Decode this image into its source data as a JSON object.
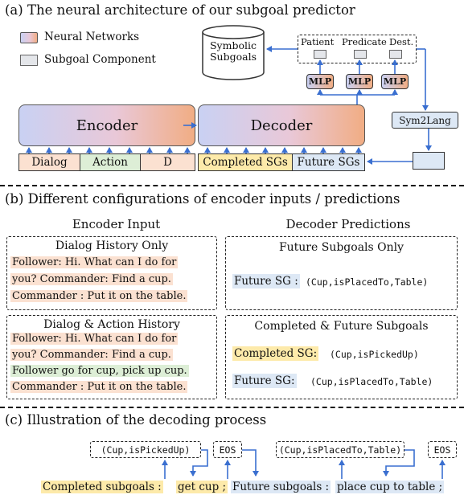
{
  "section_a": {
    "title": "(a) The neural architecture of our subgoal predictor",
    "legend": {
      "neural": "Neural Networks",
      "subgoal": "Subgoal Component"
    },
    "symbolic_subgoals": [
      "Symbolic",
      "Subgoals"
    ],
    "slots": [
      "Patient",
      "Predicate",
      "Dest."
    ],
    "mlp_label": "MLP",
    "encoder": "Encoder",
    "decoder": "Decoder",
    "sym2lang": "Sym2Lang",
    "encoder_inputs": [
      "Dialog",
      "Action",
      "D"
    ],
    "decoder_inputs": [
      "Completed SGs",
      "Future SGs"
    ]
  },
  "section_b": {
    "title": "(b) Different configurations of encoder inputs / predictions",
    "encoder_header": "Encoder Input",
    "decoder_header": "Decoder Predictions",
    "enc_box1": {
      "title": "Dialog History Only",
      "lines": [
        "Follower: Hi. What can I do for",
        "you? Commander: Find a cup.",
        "Commander : Put it on the table."
      ]
    },
    "enc_box2": {
      "title": "Dialog & Action History",
      "lines": [
        "Follower: Hi. What can I do for",
        "you? Commander: Find a cup.",
        "Follower go for cup, pick up cup.",
        "Commander : Put it on the table."
      ]
    },
    "dec_box1": {
      "title": "Future Subgoals Only",
      "label": "Future SG :",
      "value": "(Cup,isPlacedTo,Table)"
    },
    "dec_box2": {
      "title": "Completed & Future Subgoals",
      "completed_label": "Completed SG:",
      "completed_value": "(Cup,isPickedUp)",
      "future_label": "Future SG:",
      "future_value": "(Cup,isPlacedTo,Table)"
    }
  },
  "section_c": {
    "title": "(c) Illustration of the decoding process",
    "outputs": [
      "(Cup,isPickedUp)",
      "EOS",
      "(Cup,isPlacedTo,Table)",
      "EOS"
    ],
    "sequence": [
      "Completed subgoals :",
      "get cup ;",
      "Future subgoals :",
      "place cup to table ;"
    ]
  }
}
